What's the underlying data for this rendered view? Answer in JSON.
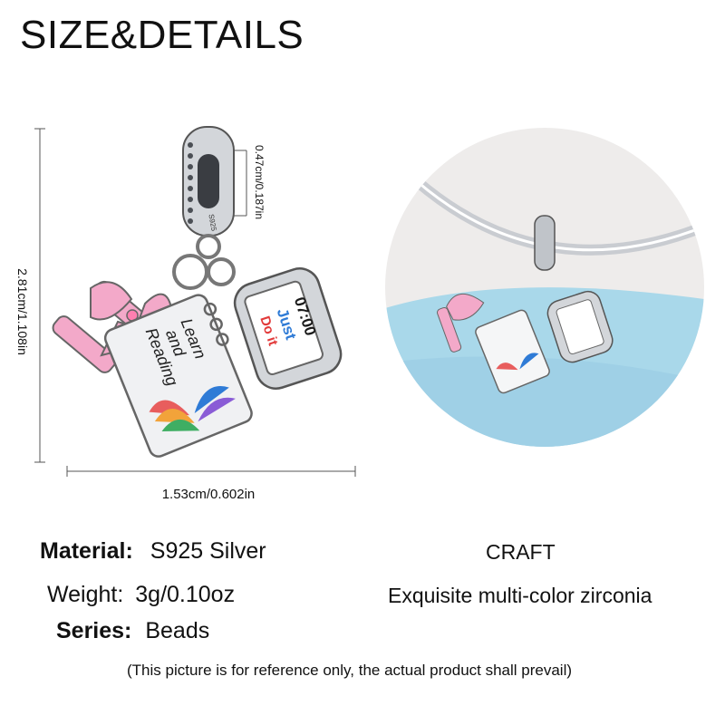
{
  "title": "SIZE&DETAILS",
  "dimensions": {
    "height": "2.81cm/1.108in",
    "width": "1.53cm/0.602in",
    "bail": "0.47cm/0.187in"
  },
  "charm_text": {
    "bail_stamp": "S925",
    "notebook_line1": "Learn",
    "notebook_line2": "and",
    "notebook_line3": "Reading",
    "clock_time": "07:00",
    "clock_line1": "Just",
    "clock_line2": "Do it"
  },
  "specs": {
    "material_label": "Material:",
    "material_value": "S925 Silver",
    "weight_label": "Weight:",
    "weight_value": "3g/0.10oz",
    "series_label": "Series:",
    "series_value": "Beads"
  },
  "craft": {
    "heading": "CRAFT",
    "description": "Exquisite multi-color zirconia"
  },
  "note": "(This picture is for reference only, the actual product shall prevail)",
  "colors": {
    "pink": "#f3a9c9",
    "silver": "#c9ccd1",
    "blue": "#2f7bd6",
    "red": "#e23b3b",
    "photo_blue": "#a9d8ea"
  }
}
